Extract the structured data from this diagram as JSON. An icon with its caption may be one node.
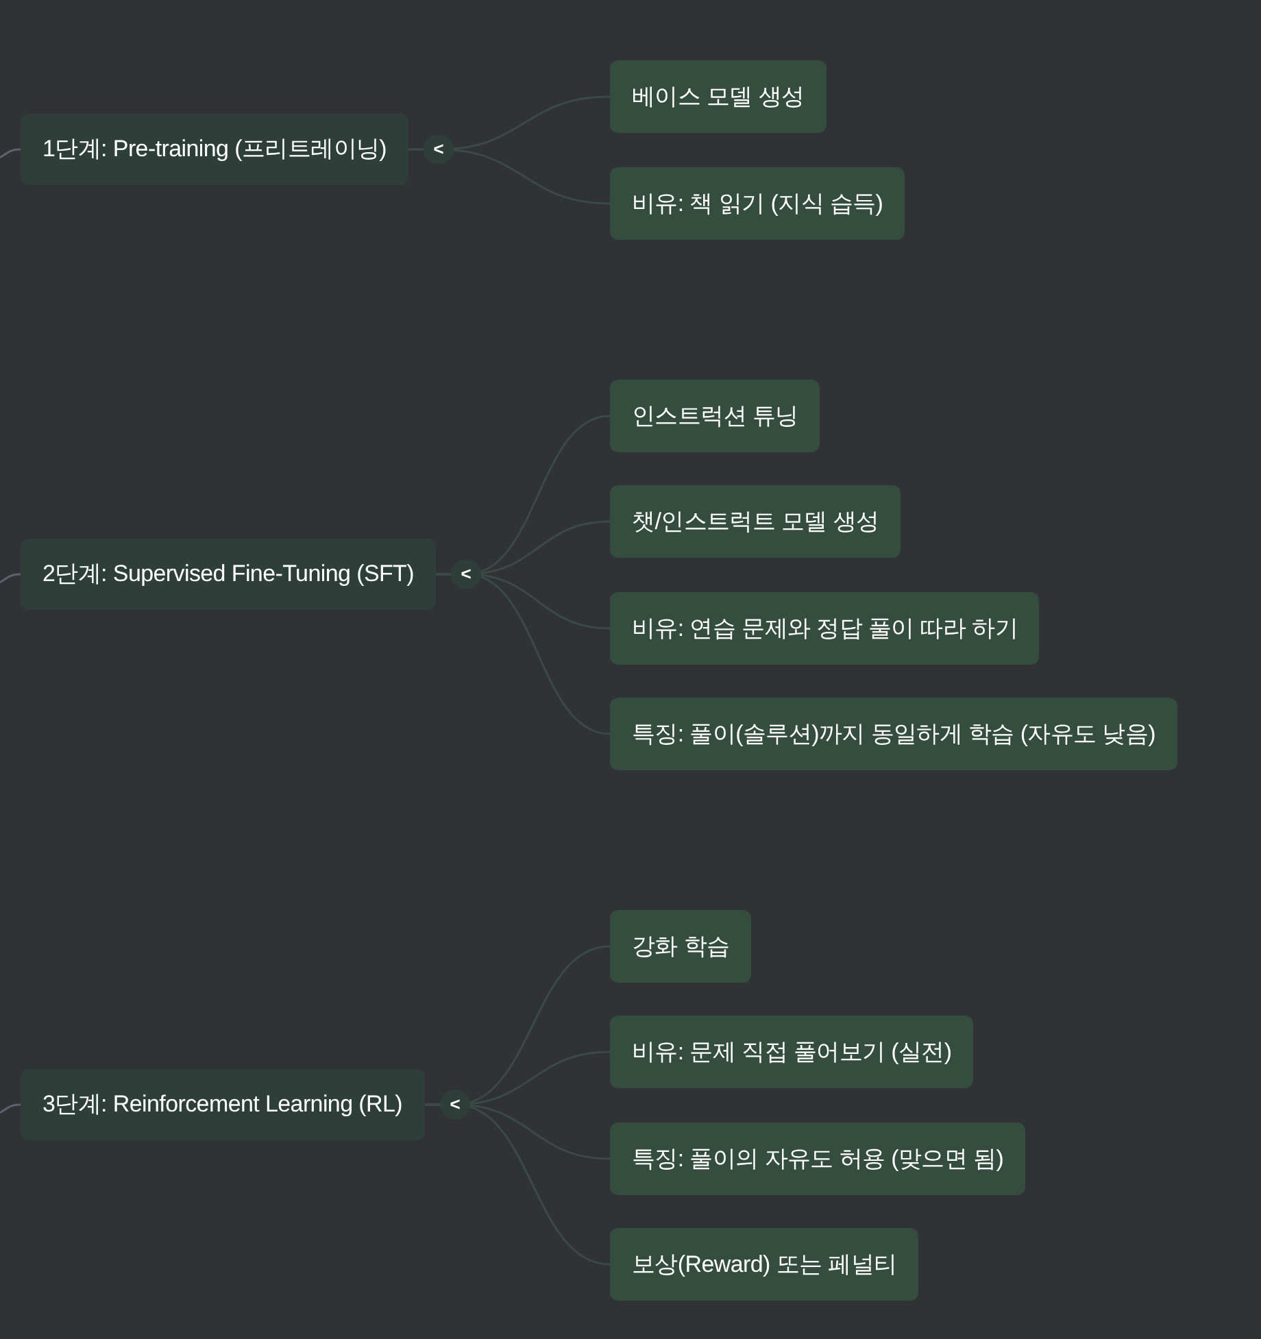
{
  "diagram": {
    "nodes": [
      {
        "text": [
          "1단계: Pre-training (프리트레이닝)"
        ]
      },
      {
        "text": [
          "베이스 모델 생성"
        ]
      },
      {
        "text": [
          "비유: 책 읽기 (지식 습득)"
        ]
      },
      {
        "text": [
          "2단계: Supervised Fine-Tuning (SFT)"
        ]
      },
      {
        "text": [
          "인스트럭션 튜닝"
        ]
      },
      {
        "text": [
          "챗/인스트럭트 모델 생성"
        ]
      },
      {
        "text": [
          "비유: 연습 문제와 정답 풀이 따라 하기"
        ]
      },
      {
        "text": [
          "특징: 풀이(솔루션)까지 동일하게 학습 (자유도 낮음)"
        ]
      },
      {
        "text": [
          "3단계: Reinforcement Learning (RL)"
        ]
      },
      {
        "text": [
          "강화 학습"
        ]
      },
      {
        "text": [
          "비유: 문제 직접 풀어보기 (실전)"
        ]
      },
      {
        "text": [
          "특징: 풀이의 자유도 허용 (맞으면 됨)"
        ]
      },
      {
        "text": [
          "보상(Reward) 또는 페널티"
        ]
      }
    ],
    "edges": [
      {
        "from": null,
        "to": 0,
        "arrow": "none"
      },
      {
        "from": 0,
        "to": 1,
        "arrow": "none"
      },
      {
        "from": 0,
        "to": 2,
        "arrow": "none"
      },
      {
        "from": null,
        "to": 3,
        "arrow": "none"
      },
      {
        "from": 3,
        "to": 4,
        "arrow": "none"
      },
      {
        "from": 3,
        "to": 5,
        "arrow": "none"
      },
      {
        "from": 3,
        "to": 6,
        "arrow": "none"
      },
      {
        "from": 3,
        "to": 7,
        "arrow": "none"
      },
      {
        "from": null,
        "to": 8,
        "arrow": "none"
      },
      {
        "from": 8,
        "to": 9,
        "arrow": "none"
      },
      {
        "from": 8,
        "to": 10,
        "arrow": "none"
      },
      {
        "from": 8,
        "to": 11,
        "arrow": "none"
      },
      {
        "from": 8,
        "to": 12,
        "arrow": "none"
      }
    ],
    "labels": [
      "<",
      "<",
      "<"
    ]
  }
}
